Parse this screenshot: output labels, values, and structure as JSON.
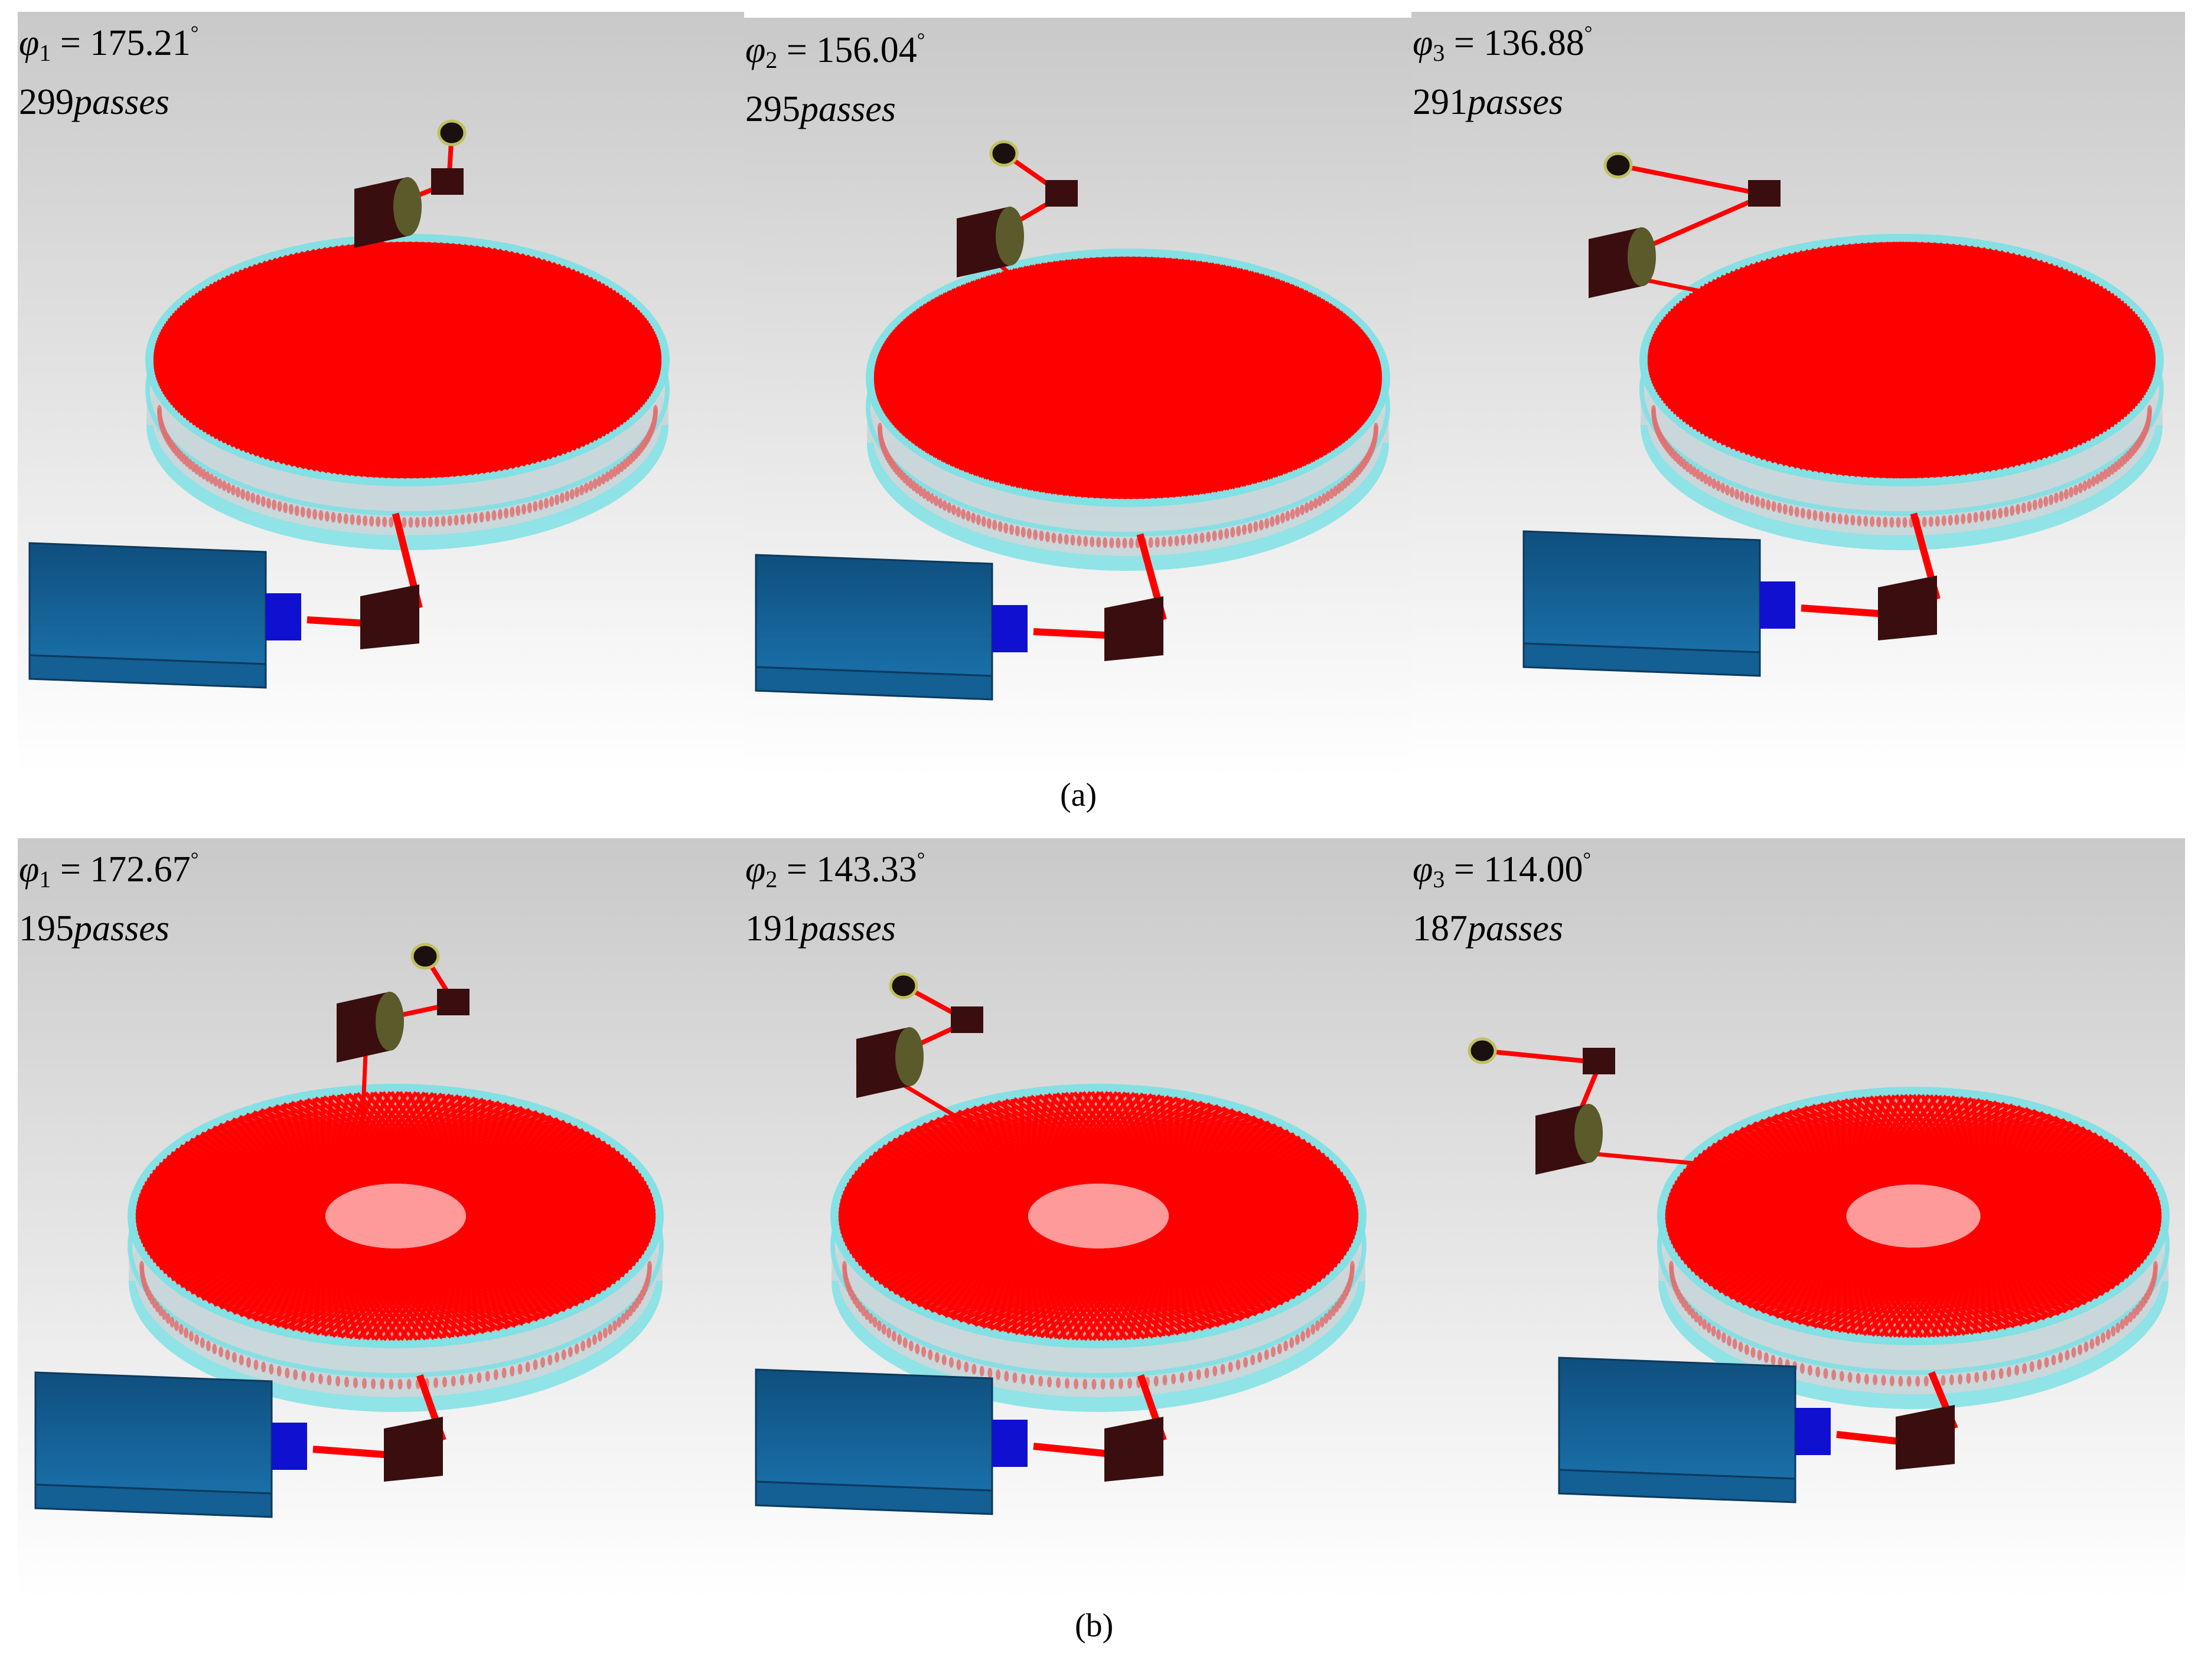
{
  "rows": [
    {
      "caption": "(a)",
      "panels": [
        {
          "phi_symbol": "φ",
          "phi_index": "1",
          "phi_value": "175.21",
          "degree": "°",
          "passes_count": "299",
          "passes_word": "passes"
        },
        {
          "phi_symbol": "φ",
          "phi_index": "2",
          "phi_value": "156.04",
          "degree": "°",
          "passes_count": "295",
          "passes_word": "passes"
        },
        {
          "phi_symbol": "φ",
          "phi_index": "3",
          "phi_value": "136.88",
          "degree": "°",
          "passes_count": "291",
          "passes_word": "passes"
        }
      ]
    },
    {
      "caption": "(b)",
      "panels": [
        {
          "phi_symbol": "φ",
          "phi_index": "1",
          "phi_value": "172.67",
          "degree": "°",
          "passes_count": "195",
          "passes_word": "passes"
        },
        {
          "phi_symbol": "φ",
          "phi_index": "2",
          "phi_value": "143.33",
          "degree": "°",
          "passes_count": "191",
          "passes_word": "passes"
        },
        {
          "phi_symbol": "φ",
          "phi_index": "3",
          "phi_value": "114.00",
          "degree": "°",
          "passes_count": "187",
          "passes_word": "passes"
        }
      ]
    }
  ],
  "colors": {
    "background_top": "#c9c9c9",
    "background_bottom": "#ffffff",
    "beam": "#ff0000",
    "cell_rim": "#7fe0e4",
    "cell_glass": "#cfd6d8",
    "laser_body": "#1a6fa8",
    "laser_aperture": "#1010d0",
    "mirror": "#3a0e0e"
  },
  "icons": [
    "laser-source-icon",
    "steering-mirror-icon",
    "detector-icon"
  ]
}
